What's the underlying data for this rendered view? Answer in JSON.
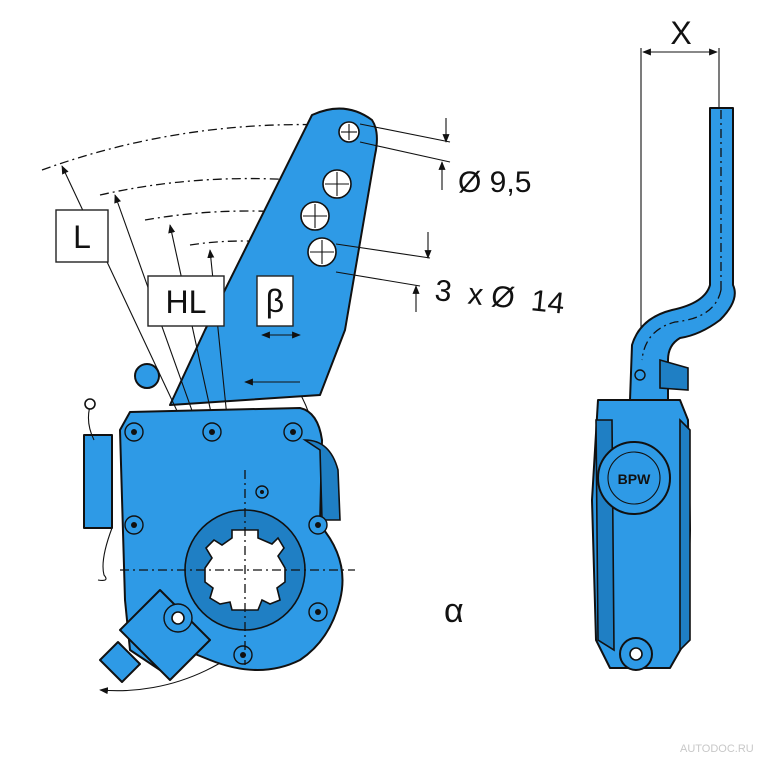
{
  "labels": {
    "lever_length": "L",
    "hole_length": "HL",
    "beta": "β",
    "alpha": "α",
    "offset": "X",
    "small_hole": "Ø 9,5",
    "large_holes": "3  x Ø  14",
    "logo": "BPW"
  },
  "watermark": "AUTODOC.RU",
  "colors": {
    "part": "#2e9ae6",
    "part_dark": "#1f7fc4",
    "outline": "#111111",
    "background": "#ffffff"
  }
}
